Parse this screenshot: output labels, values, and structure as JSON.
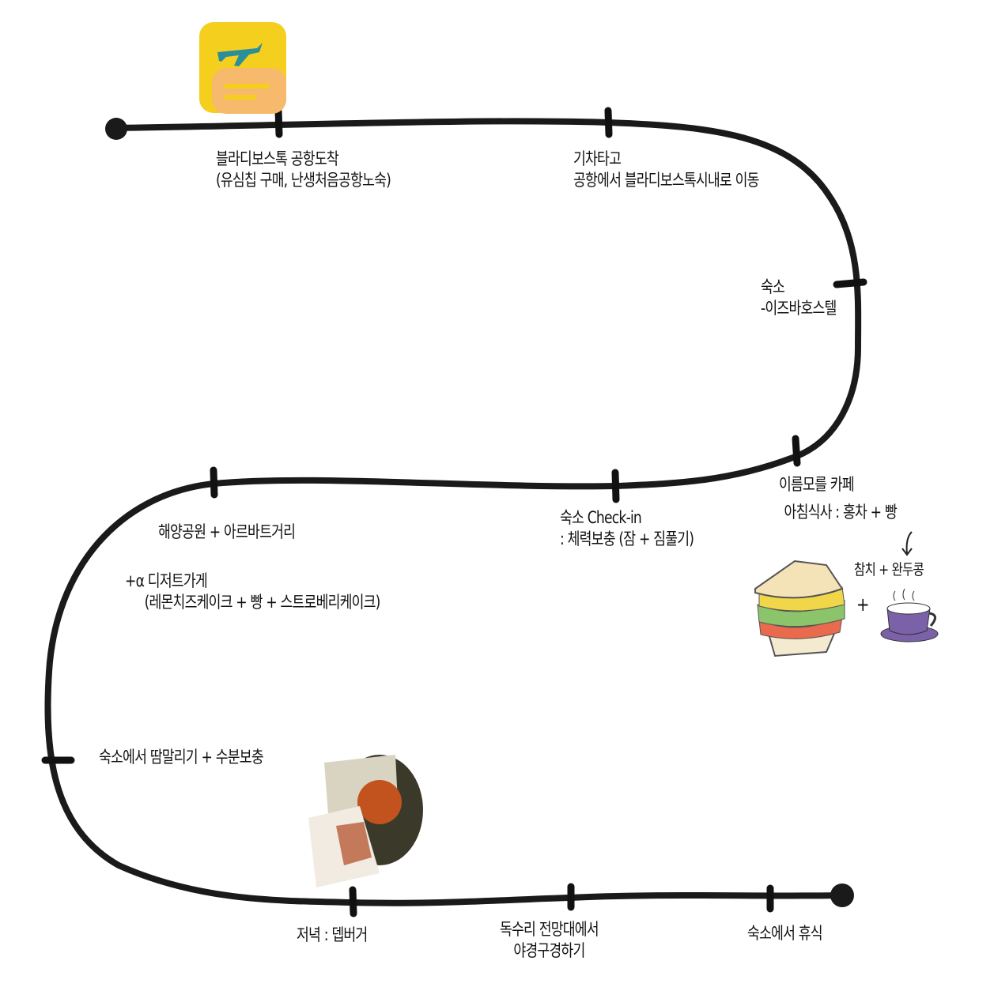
{
  "stops": [
    {
      "title": "블라디보스톡 공항도착",
      "note": "(유심칩 구매, 난생처음공항노숙)"
    },
    {
      "title": "기차타고",
      "note": "공항에서 블라디보스톡시내로 이동"
    },
    {
      "title": "숙소",
      "note": "-이즈바호스텔"
    },
    {
      "title": "이름모를 카페",
      "note": "아침식사 : 홍차 + 빵",
      "extra": "참치 + 완두콩"
    },
    {
      "title": "숙소 Check-in",
      "note": ": 체력보충 (잠 + 짐풀기)"
    },
    {
      "title": "해양공원 + 아르바트거리",
      "note": "+α 디저트가게",
      "extra": "(레몬치즈케이크 + 빵 + 스트로베리케이크)"
    },
    {
      "title": "숙소에서 땀말리기 + 수분보충"
    },
    {
      "title": "저녁 : 뎁버거"
    },
    {
      "title": "독수리 전망대에서",
      "note": "야경구경하기"
    },
    {
      "title": "숙소에서 휴식"
    }
  ],
  "illustrations": {
    "ticket": "airplane-ticket-icon",
    "sandwich": "sandwich-illustration",
    "coffee": "coffee-cup-illustration",
    "plus": "+",
    "burger": "burger-photo"
  },
  "colors": {
    "line": "#1a1a1a",
    "ticket_bg": "#f5cf1d",
    "ticket_card": "#f7b96b",
    "plane": "#2a8f9a",
    "cup": "#7b62a8"
  }
}
